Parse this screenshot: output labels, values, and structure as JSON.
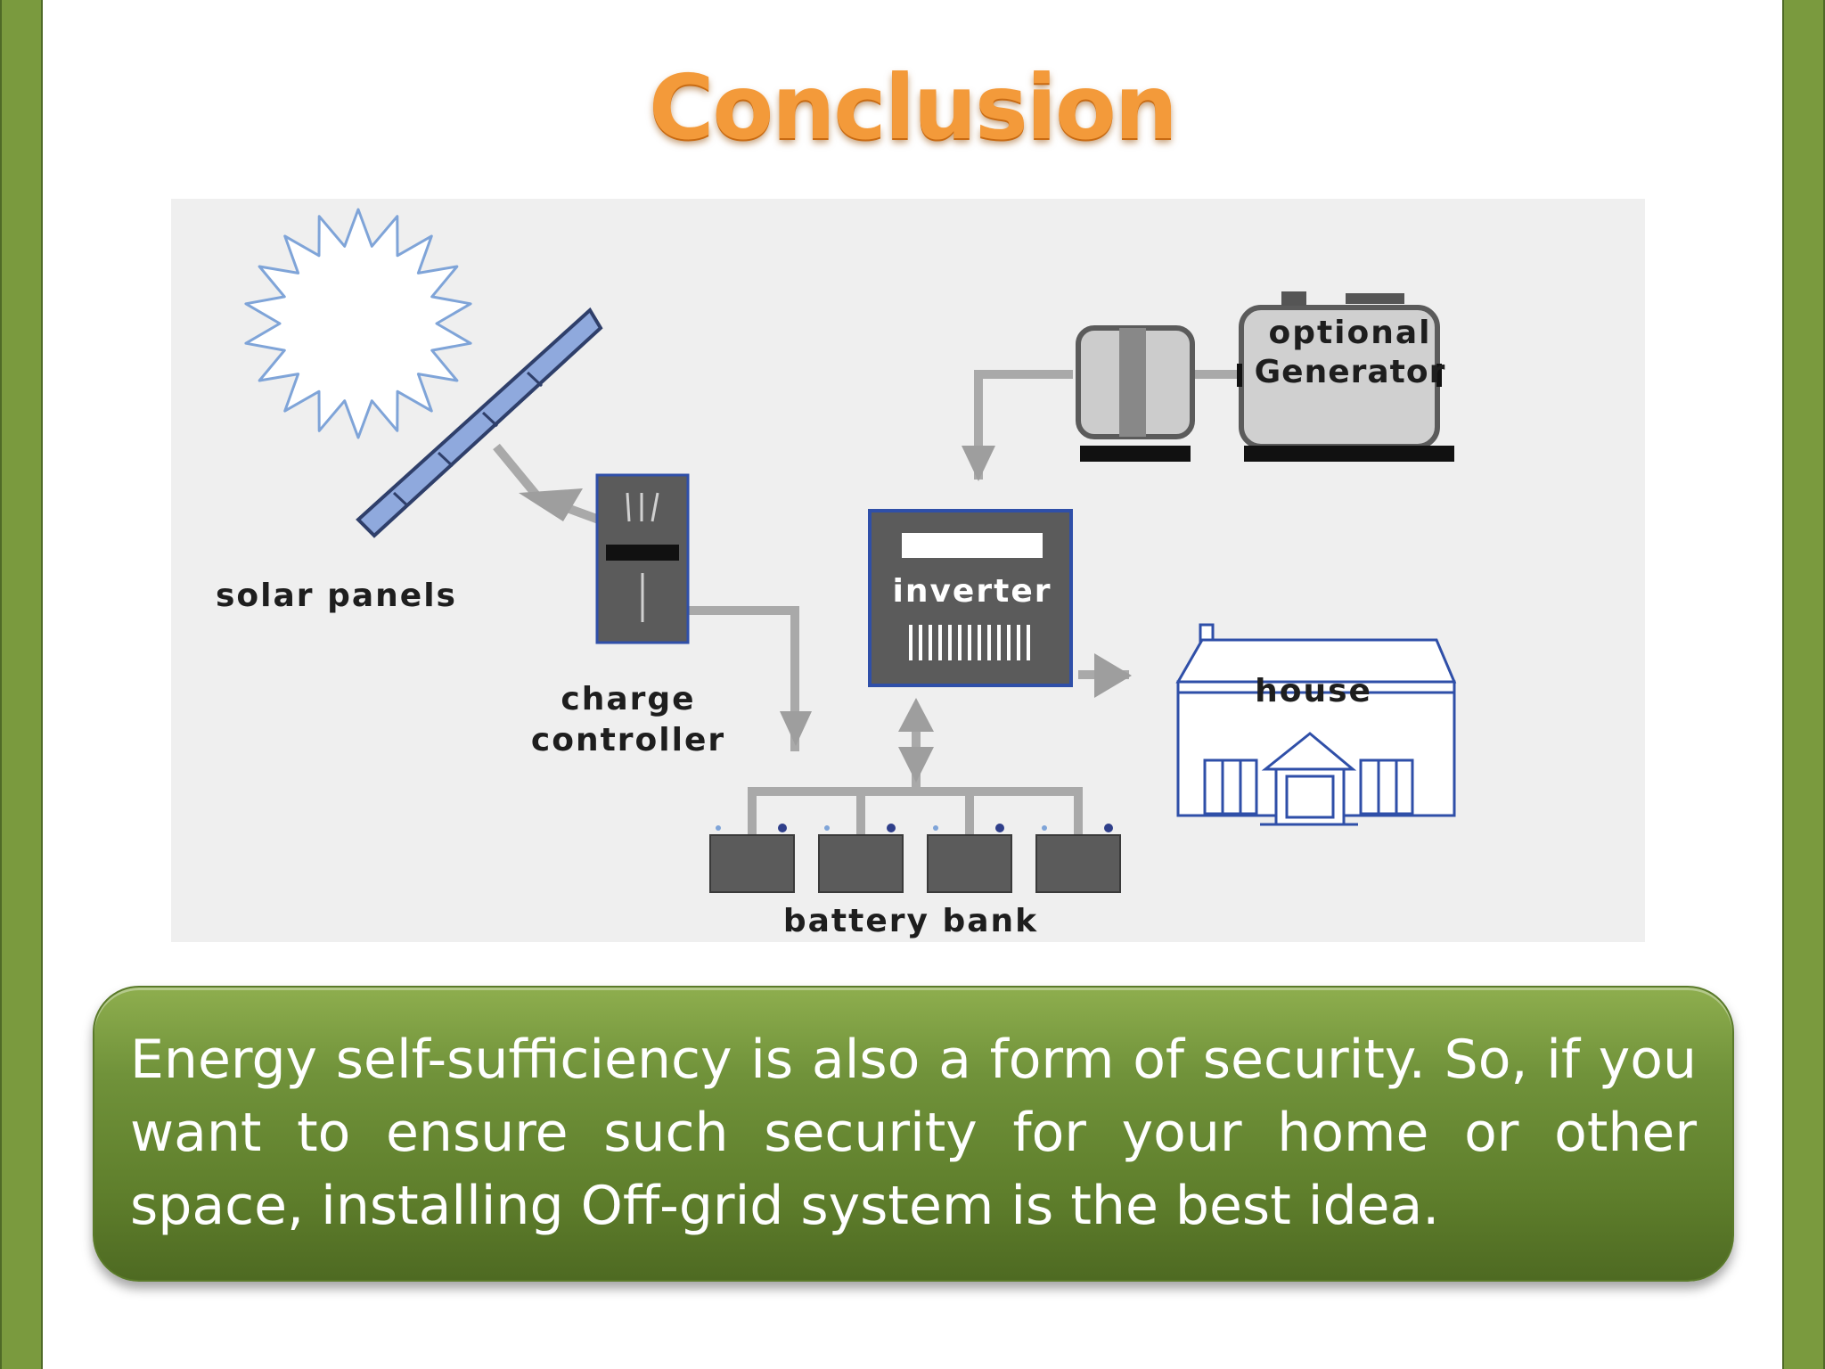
{
  "slide": {
    "title": "Conclusion",
    "body": "Energy self-sufficiency is also a form of security. So, if you want to ensure such security for your home or other space, installing Off-grid system is the best idea."
  },
  "diagram": {
    "labels": {
      "solar_panels": "solar panels",
      "charge_controller_line1": "charge",
      "charge_controller_line2": "controller",
      "inverter": "inverter",
      "generator_line1": "optional",
      "generator_line2": "Generator",
      "house": "house",
      "battery_bank": "battery bank"
    }
  },
  "colors": {
    "side_bar": "#7a9a3e",
    "title": "#f39a3a",
    "box_green": "#6a8c34",
    "diagram_bg": "#efefef",
    "panel_blue": "#8fa9dd",
    "device_grey": "#5b5b5b",
    "wire_grey": "#a9a9a9",
    "house_outline": "#2f4fa8"
  }
}
